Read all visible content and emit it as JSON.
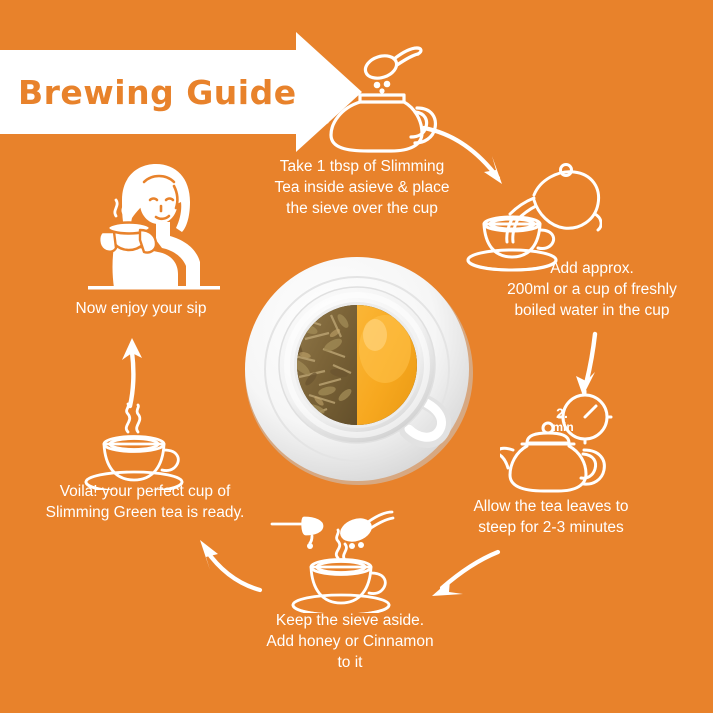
{
  "page": {
    "background_color": "#e8822b",
    "accent_color": "#e8822b",
    "text_color": "#ffffff",
    "banner_background": "#ffffff"
  },
  "header": {
    "title": "Brewing Guide",
    "banner_icon": "right-arrow-banner"
  },
  "steps": [
    {
      "id": "step-1",
      "icon": "teapot-with-spoon-icon",
      "caption": "Take 1 tbsp of Slimming\nTea inside asieve & place\nthe sieve over the cup"
    },
    {
      "id": "step-2",
      "icon": "teapot-pouring-into-cup-icon",
      "caption": "Add approx.\n200ml or a cup of freshly\nboiled water in the cup"
    },
    {
      "id": "step-3",
      "icon": "teapot-with-timer-icon",
      "timer_label_line1": "2.",
      "timer_label_line2": "min",
      "caption": "Allow the tea leaves to\nsteep for 2-3 minutes"
    },
    {
      "id": "step-4",
      "icon": "cup-with-honey-and-cinnamon-icon",
      "caption": "Keep the sieve aside.\nAdd honey or Cinnamon\nto it"
    },
    {
      "id": "step-5",
      "icon": "steaming-cup-icon",
      "caption": "Voila! your perfect cup of\nSlimming Green tea is ready."
    },
    {
      "id": "step-6",
      "icon": "woman-drinking-tea-icon",
      "caption": "Now enjoy your sip"
    }
  ],
  "center": {
    "icon": "tea-cup-top-view-photo",
    "description_left": "dry tea leaves",
    "description_right": "brewed tea",
    "leaf_color": "#8a6a3a",
    "brew_color": "#f5a623",
    "cup_color": "#ffffff"
  },
  "arrows": [
    {
      "id": "arrow-1",
      "icon": "curved-arrow-down-right-icon"
    },
    {
      "id": "arrow-2",
      "icon": "curved-arrow-down-icon"
    },
    {
      "id": "arrow-3",
      "icon": "curved-arrow-down-left-icon"
    },
    {
      "id": "arrow-4",
      "icon": "curved-arrow-left-icon"
    },
    {
      "id": "arrow-5",
      "icon": "curved-arrow-up-left-icon"
    },
    {
      "id": "arrow-6",
      "icon": "curved-arrow-up-icon"
    }
  ]
}
